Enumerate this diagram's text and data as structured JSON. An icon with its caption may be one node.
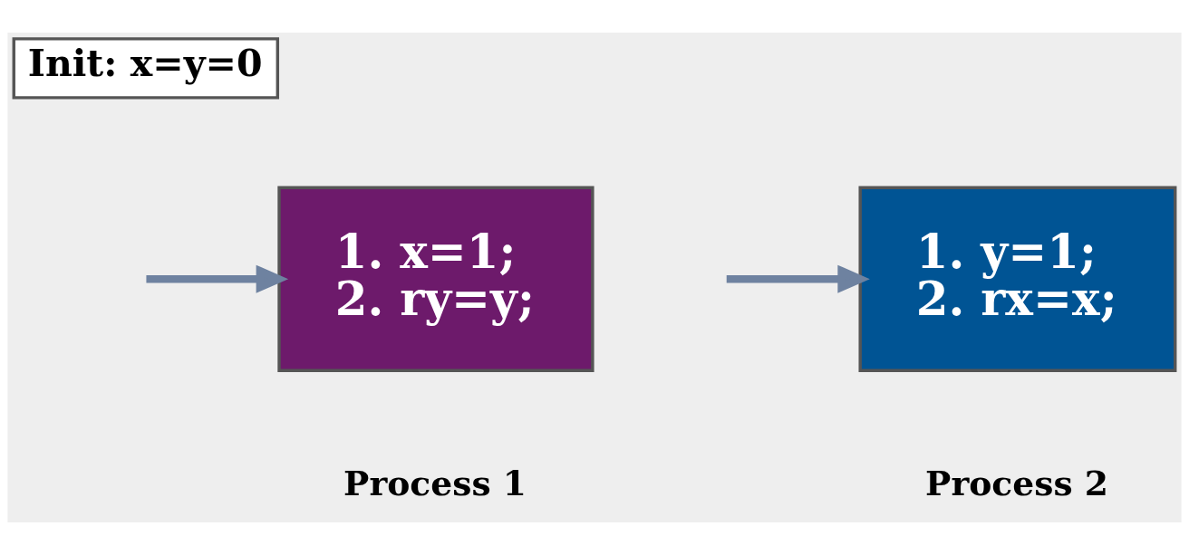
{
  "diagram": {
    "nodes": [
      {
        "text": [
          "Init: x=y=0"
        ]
      },
      {
        "text": [
          "1. x=1;",
          "2. ry=y;"
        ],
        "beside": [
          "Process 1"
        ]
      },
      {
        "text": [
          "1. y=1;",
          "2. rx=x;"
        ],
        "beside": [
          "Process 2"
        ]
      }
    ],
    "edges": [
      {
        "from": null,
        "to": 1,
        "arrow": "to"
      },
      {
        "from": null,
        "to": 2,
        "arrow": "to"
      }
    ]
  }
}
